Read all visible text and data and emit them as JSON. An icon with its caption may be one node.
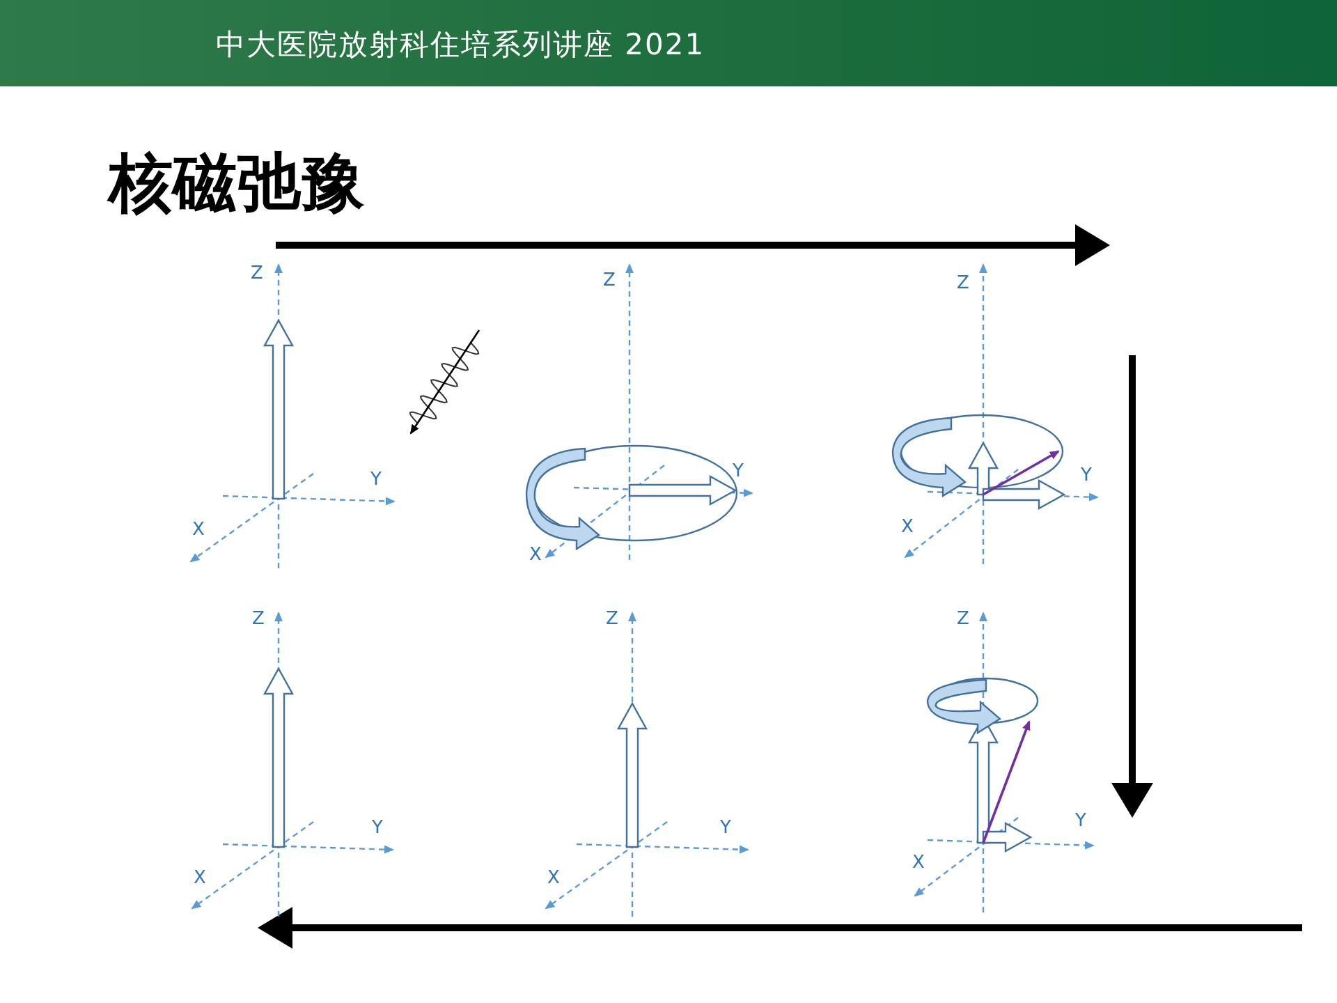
{
  "diagram": {
    "title": "核磁弛豫",
    "labels": [
      "中大医院放射科住培系列讲座 2021",
      "Z",
      "Y",
      "X",
      "Z",
      "Y",
      "X",
      "Z",
      "Y",
      "X",
      "Z",
      "Y",
      "X",
      "Z",
      "Y",
      "X",
      "Z",
      "Y",
      "X"
    ]
  }
}
